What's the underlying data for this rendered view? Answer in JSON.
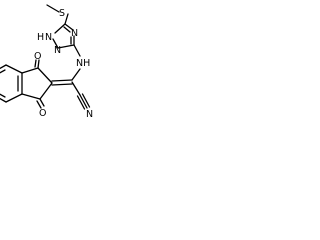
{
  "molecule": {
    "atom_labels": {
      "sulfur": "S",
      "ring_nh": "H",
      "ring_n_top": "N",
      "ring_n_right": "N",
      "ring_n_lower": "N",
      "amine_nh": "NH",
      "oxygen_top": "O",
      "oxygen_bottom": "O",
      "nitrile_n": "N"
    },
    "colors": {
      "ink": "#000000",
      "background": "#ffffff"
    }
  }
}
